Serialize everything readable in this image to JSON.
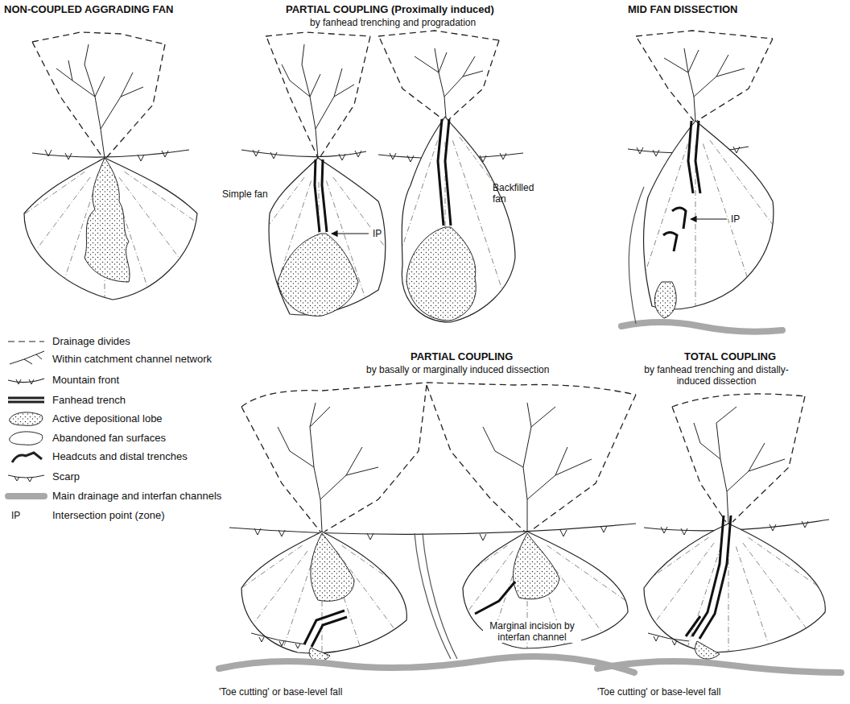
{
  "diagram": {
    "labels": [
      "NON-COUPLED AGGRADING FAN",
      "PARTIAL COUPLING (Proximally induced)",
      "by fanhead trenching and progradation",
      "MID FAN DISSECTION",
      "Simple fan",
      "IP",
      "Backfilled fan",
      "IP",
      "IP",
      "PARTIAL COUPLING",
      "by basally or marginally induced dissection",
      "Marginal incision by interfan channel",
      "'Toe cutting' or base-level fall",
      "TOTAL COUPLING",
      "by fanhead trenching and distally-induced dissection",
      "'Toe cutting' or base-level fall"
    ],
    "legend": [
      {
        "text": "Drainage divides"
      },
      {
        "text": "Within catchment channel network"
      },
      {
        "text": "Mountain front"
      },
      {
        "text": "Fanhead trench"
      },
      {
        "text": "Active depositional lobe"
      },
      {
        "text": "Abandoned fan surfaces"
      },
      {
        "text": "Headcuts and distal trenches"
      },
      {
        "text": "Scarp"
      },
      {
        "text": "Main drainage and interfan channels"
      },
      {
        "text": "Intersection point (zone)"
      }
    ]
  }
}
